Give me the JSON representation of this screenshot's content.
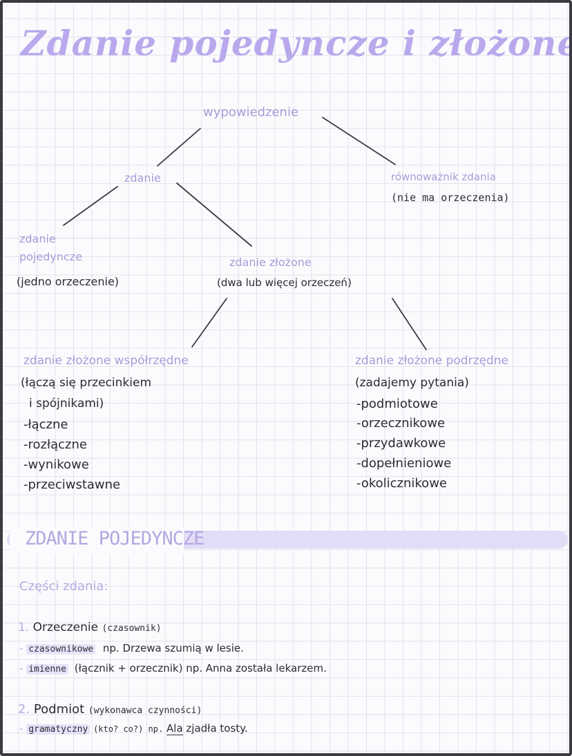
{
  "title": "Zdanie pojedyncze i złożone",
  "tree": {
    "root": "wypowiedzenie",
    "zdanie": "zdanie",
    "rownowaznik": {
      "label": "równoważnik zdania",
      "note": "(nie ma orzeczenia)"
    },
    "pojedyncze": {
      "label_line1": "zdanie",
      "label_line2": "pojedyncze",
      "note": "(jedno orzeczenie)"
    },
    "zlozone": {
      "label": "zdanie złożone",
      "note": "(dwa lub więcej orzeczeń)"
    },
    "wspolrzedne": {
      "label": "zdanie złożone współrzędne",
      "note_line1": "(łączą się przecinkiem",
      "note_line2": "i spójnikami)",
      "items": [
        "-łączne",
        "-rozłączne",
        "-wynikowe",
        "-przeciwstawne"
      ]
    },
    "podrzedne": {
      "label": "zdanie złożone podrzędne",
      "note": "(zadajemy pytania)",
      "items": [
        "-podmiotowe",
        "-orzecznikowe",
        "-przydawkowe",
        "-dopełnieniowe",
        "-okolicznikowe"
      ]
    }
  },
  "section": {
    "title": "ZDANIE POJEDYNCZE",
    "subtitle": "Części zdania:"
  },
  "parts": {
    "p1": {
      "num": "1.",
      "heading": "Orzeczenie",
      "heading_note": "(czasownik)",
      "line1_term": "czasownikowe",
      "line1_text": "np. Drzewa szumią w lesie.",
      "line2_term": "imienne",
      "line2_text": "(łącznik + orzecznik) np. Anna została lekarzem."
    },
    "p2": {
      "num": "2.",
      "heading": "Podmiot",
      "heading_note": "(wykonawca czynności)",
      "line1_term": "gramatyczny",
      "line1_q": "(kto? co?) np.",
      "line1_subject": "Ala",
      "line1_rest": "zjadła tosty."
    }
  }
}
